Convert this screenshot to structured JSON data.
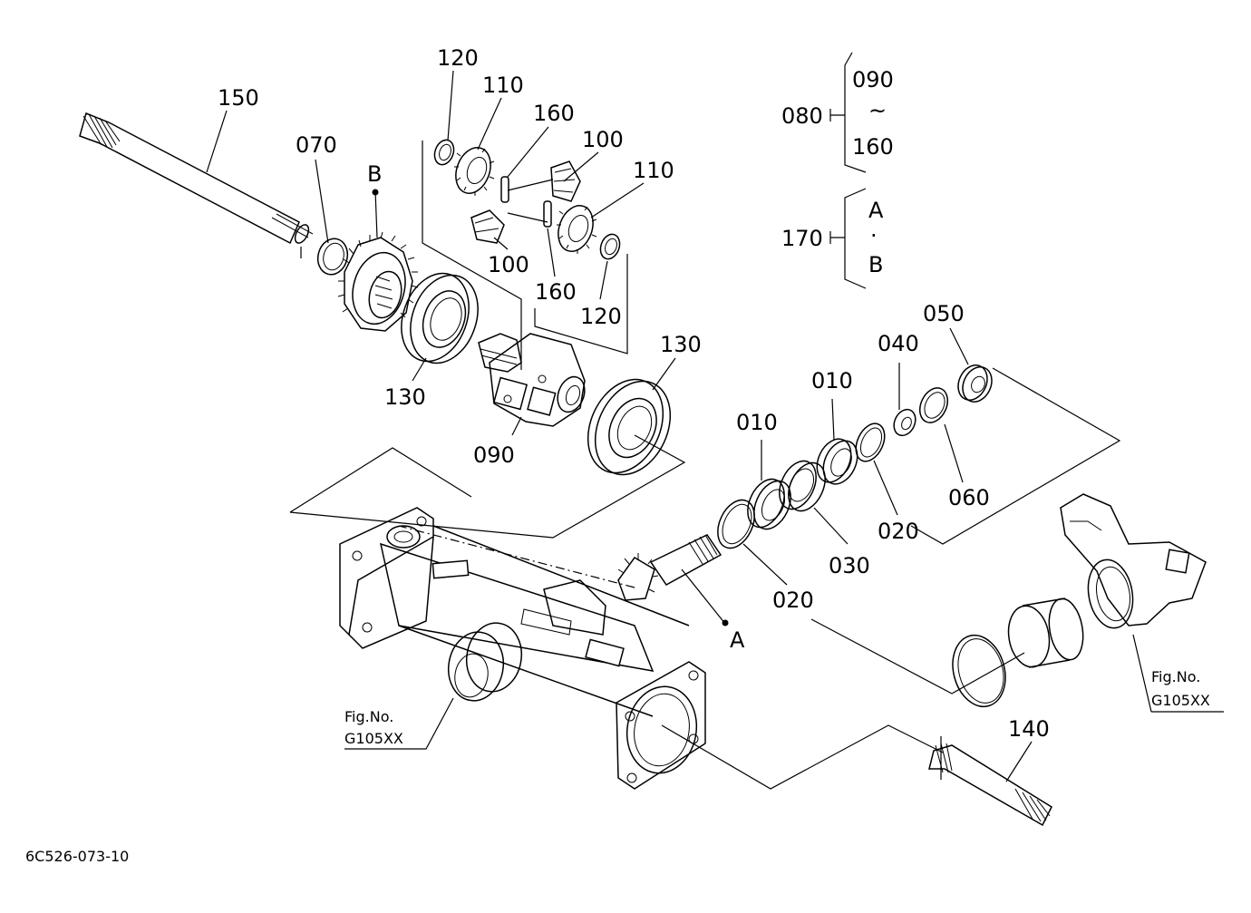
{
  "diagram": {
    "part_labels": {
      "p150": "150",
      "p070": "070",
      "pB": "B",
      "p120_top": "120",
      "p110_top": "110",
      "p160_top": "160",
      "p100_top": "100",
      "p110_right": "110",
      "p100_bottom": "100",
      "p160_bottom": "160",
      "p120_bottom": "120",
      "p130_left": "130",
      "p130_right": "130",
      "p090": "090",
      "p010_left": "010",
      "p010_right": "010",
      "p040": "040",
      "p050": "050",
      "p020_right": "020",
      "p060": "060",
      "p030": "030",
      "p020_left": "020",
      "pA": "A",
      "p140": "140"
    },
    "legend": {
      "group1_code": "080",
      "group1_from": "090",
      "group1_tilde": "~",
      "group1_to": "160",
      "group2_code": "170",
      "group2_a": "A",
      "group2_dot": "·",
      "group2_b": "B"
    },
    "references": {
      "left_fig_label": "Fig.No.",
      "left_fig_code": "G105XX",
      "right_fig_label": "Fig.No.",
      "right_fig_code": "G105XX"
    },
    "drawing_number": "6C526-073-10"
  }
}
